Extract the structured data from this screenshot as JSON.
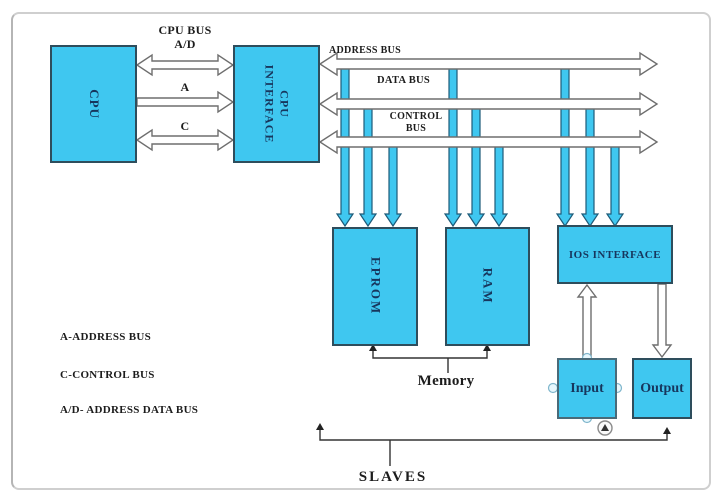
{
  "blocks": {
    "cpu": "CPU",
    "cpu_interface_line1": "CPU",
    "cpu_interface_line2": "INTERFACE",
    "eprom": "EPROM",
    "ram": "RAM",
    "ios_interface": "IOS INTERFACE",
    "input": "Input",
    "output": "Output"
  },
  "labels": {
    "cpu_bus_line1": "CPU BUS",
    "cpu_bus_line2": "A/D",
    "a_arrow": "A",
    "c_arrow": "C",
    "address_bus": "ADDRESS BUS",
    "data_bus": "DATA BUS",
    "control_bus_line1": "CONTROL",
    "control_bus_line2": "BUS",
    "memory": "Memory",
    "slaves": "SLAVES",
    "legend": [
      "A-ADDRESS BUS",
      "C-CONTROL BUS",
      "A/D- ADDRESS DATA BUS"
    ]
  },
  "colors": {
    "block_fill": "#3fc7f0",
    "block_border": "#2e4d5c",
    "block_text": "#17365d",
    "bus_outline": "#6e6e6e",
    "tap_outline": "#1d5a78",
    "bracket_line": "#333333",
    "frame_border": "#cfcfcf",
    "label_text": "#1c1c1c"
  }
}
